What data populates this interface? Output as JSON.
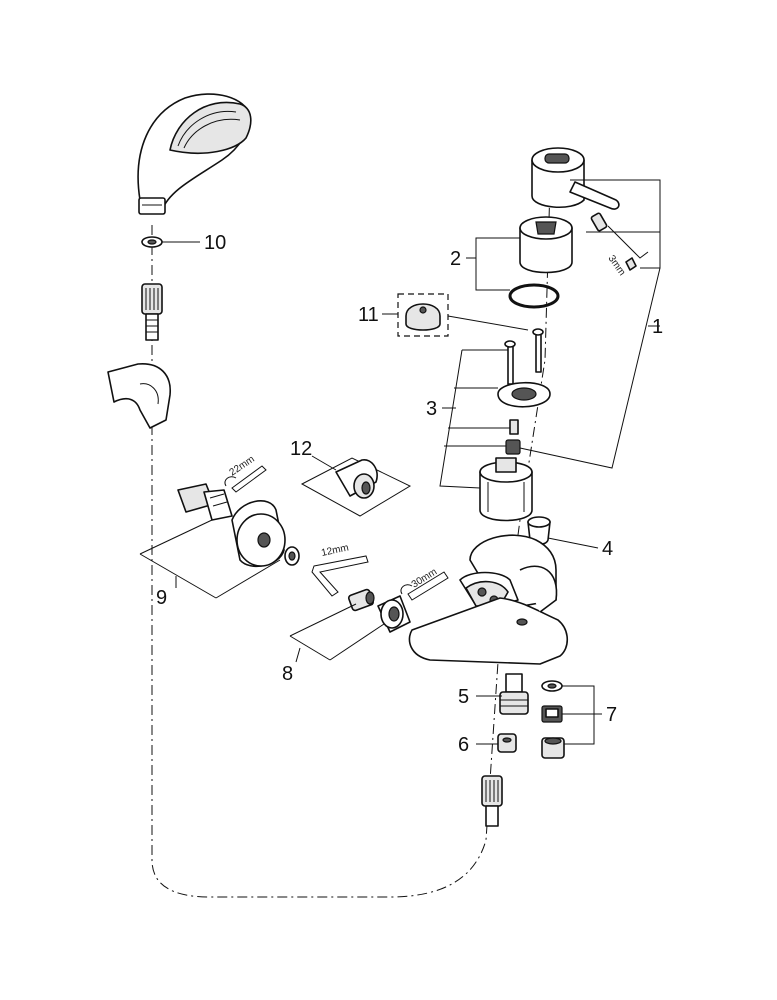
{
  "callouts": {
    "c1": "1",
    "c2": "2",
    "c3": "3",
    "c4": "4",
    "c5": "5",
    "c6": "6",
    "c7": "7",
    "c8": "8",
    "c9": "9",
    "c10": "10",
    "c11": "11",
    "c12": "12"
  },
  "dimensions": {
    "hex_key_3mm": "3mm",
    "wrench_22mm": "22mm",
    "hex_key_12mm": "12mm",
    "wrench_30mm": "30mm"
  }
}
